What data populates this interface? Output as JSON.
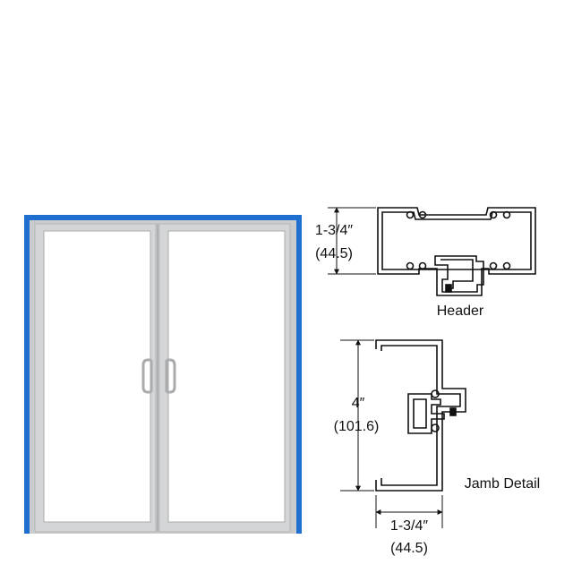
{
  "colors": {
    "frame_blue": "#1f6fd1",
    "door_silver": "#c9cbcd",
    "glass": "#ffffff",
    "line": "#111111"
  },
  "icons": {
    "door_pulls": "d-shaped pull handles"
  },
  "header_detail": {
    "dimension_imperial": "1-3/4″",
    "dimension_metric": "(44.5)",
    "caption": "Header"
  },
  "jamb_detail": {
    "height_imperial": "4″",
    "height_metric": "(101.6)",
    "depth_imperial": "1-3/4″",
    "depth_metric": "(44.5)",
    "caption": "Jamb Detail"
  }
}
